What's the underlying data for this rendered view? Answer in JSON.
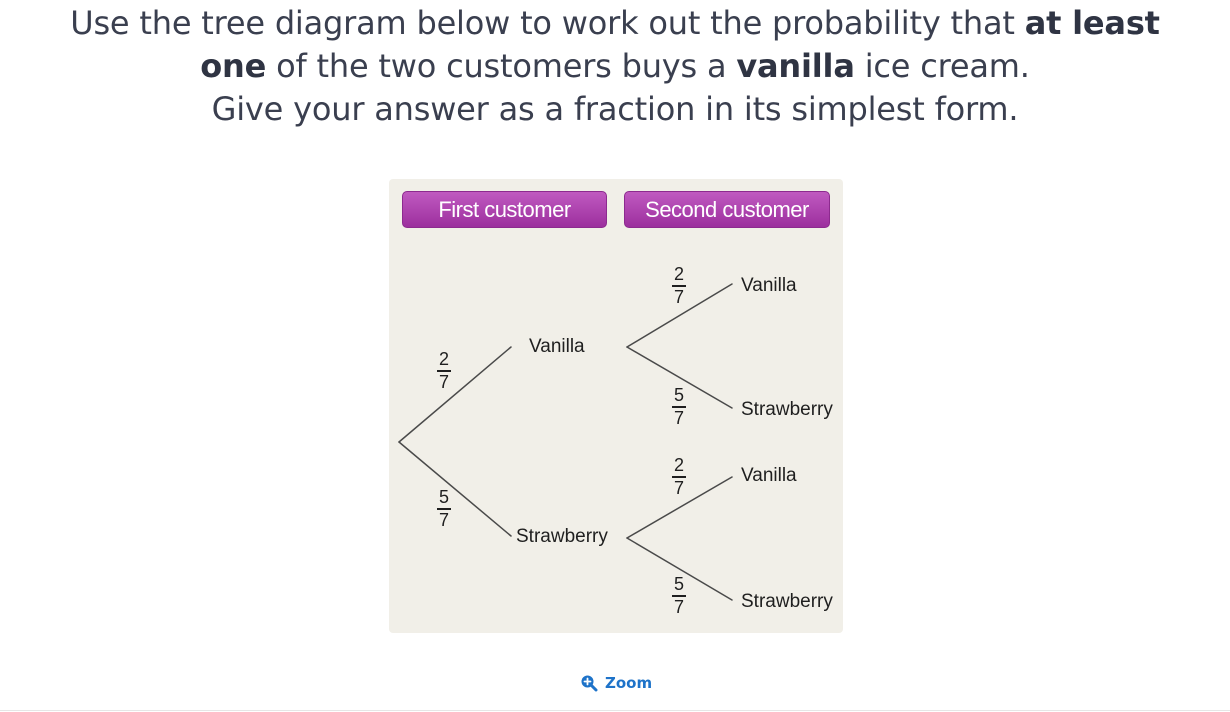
{
  "question": {
    "line1_pre": "Use the tree diagram below to work out the probability that ",
    "line1_bold": "at least",
    "line2_bold_a": "one",
    "line2_mid": " of the two customers buys a ",
    "line2_bold_b": "vanilla",
    "line2_post": " ice cream.",
    "line3": "Give your answer as a fraction in its simplest form."
  },
  "diagram": {
    "header_first": "First customer",
    "header_second": "Second customer",
    "first_vanilla_label": "Vanilla",
    "first_strawberry_label": "Strawberry",
    "first_vanilla_prob": {
      "num": "2",
      "den": "7"
    },
    "first_strawberry_prob": {
      "num": "5",
      "den": "7"
    },
    "vv_label": "Vanilla",
    "vs_label": "Strawberry",
    "sv_label": "Vanilla",
    "ss_label": "Strawberry",
    "vv_prob": {
      "num": "2",
      "den": "7"
    },
    "vs_prob": {
      "num": "5",
      "den": "7"
    },
    "sv_prob": {
      "num": "2",
      "den": "7"
    },
    "ss_prob": {
      "num": "5",
      "den": "7"
    },
    "header_color": "#a83aaa",
    "background_color": "#f1efe8"
  },
  "zoom": {
    "label": "Zoom",
    "icon": "zoom-in-icon",
    "color": "#1e73c9"
  }
}
